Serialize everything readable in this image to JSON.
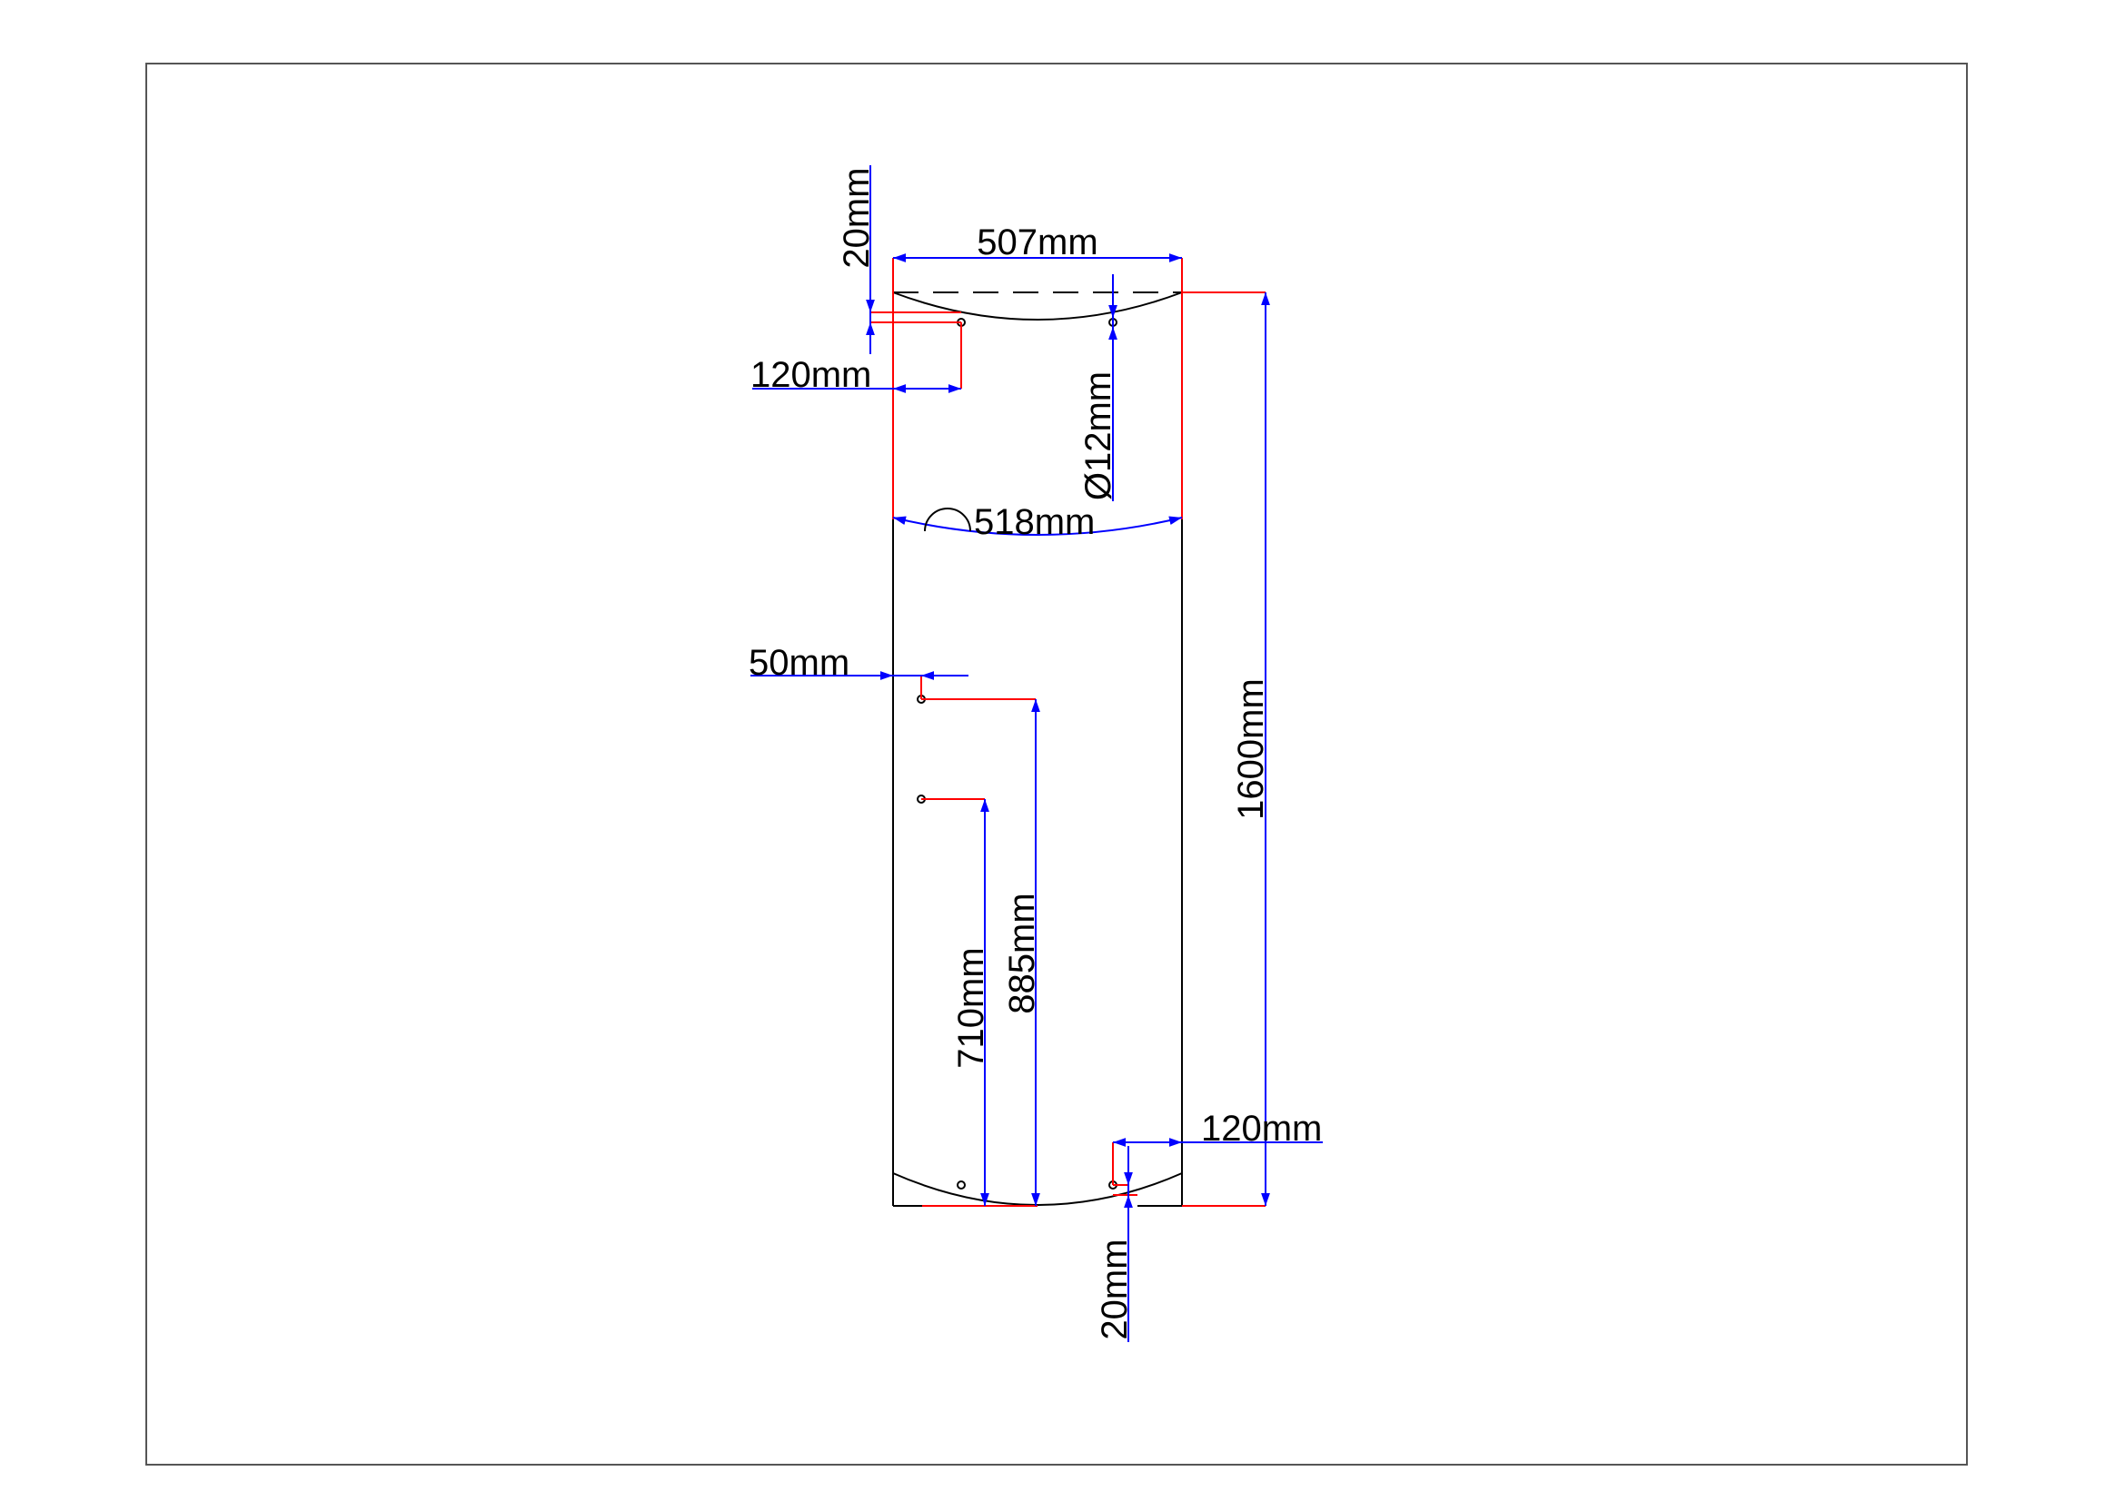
{
  "colors": {
    "outline": "#000000",
    "extension": "#ff0000",
    "dimension": "#0000ff",
    "background": "#ffffff"
  },
  "dimensions": {
    "top_width": "507mm",
    "arc_length": "518mm",
    "total_height": "1600mm",
    "hole_diameter": "Ø12mm",
    "top_offset": "20mm",
    "top_hole_inset": "120mm",
    "side_hole_inset": "50mm",
    "upper_hole_height": "885mm",
    "lower_hole_height": "710mm",
    "bottom_hole_inset": "120mm",
    "bottom_offset": "20mm"
  }
}
